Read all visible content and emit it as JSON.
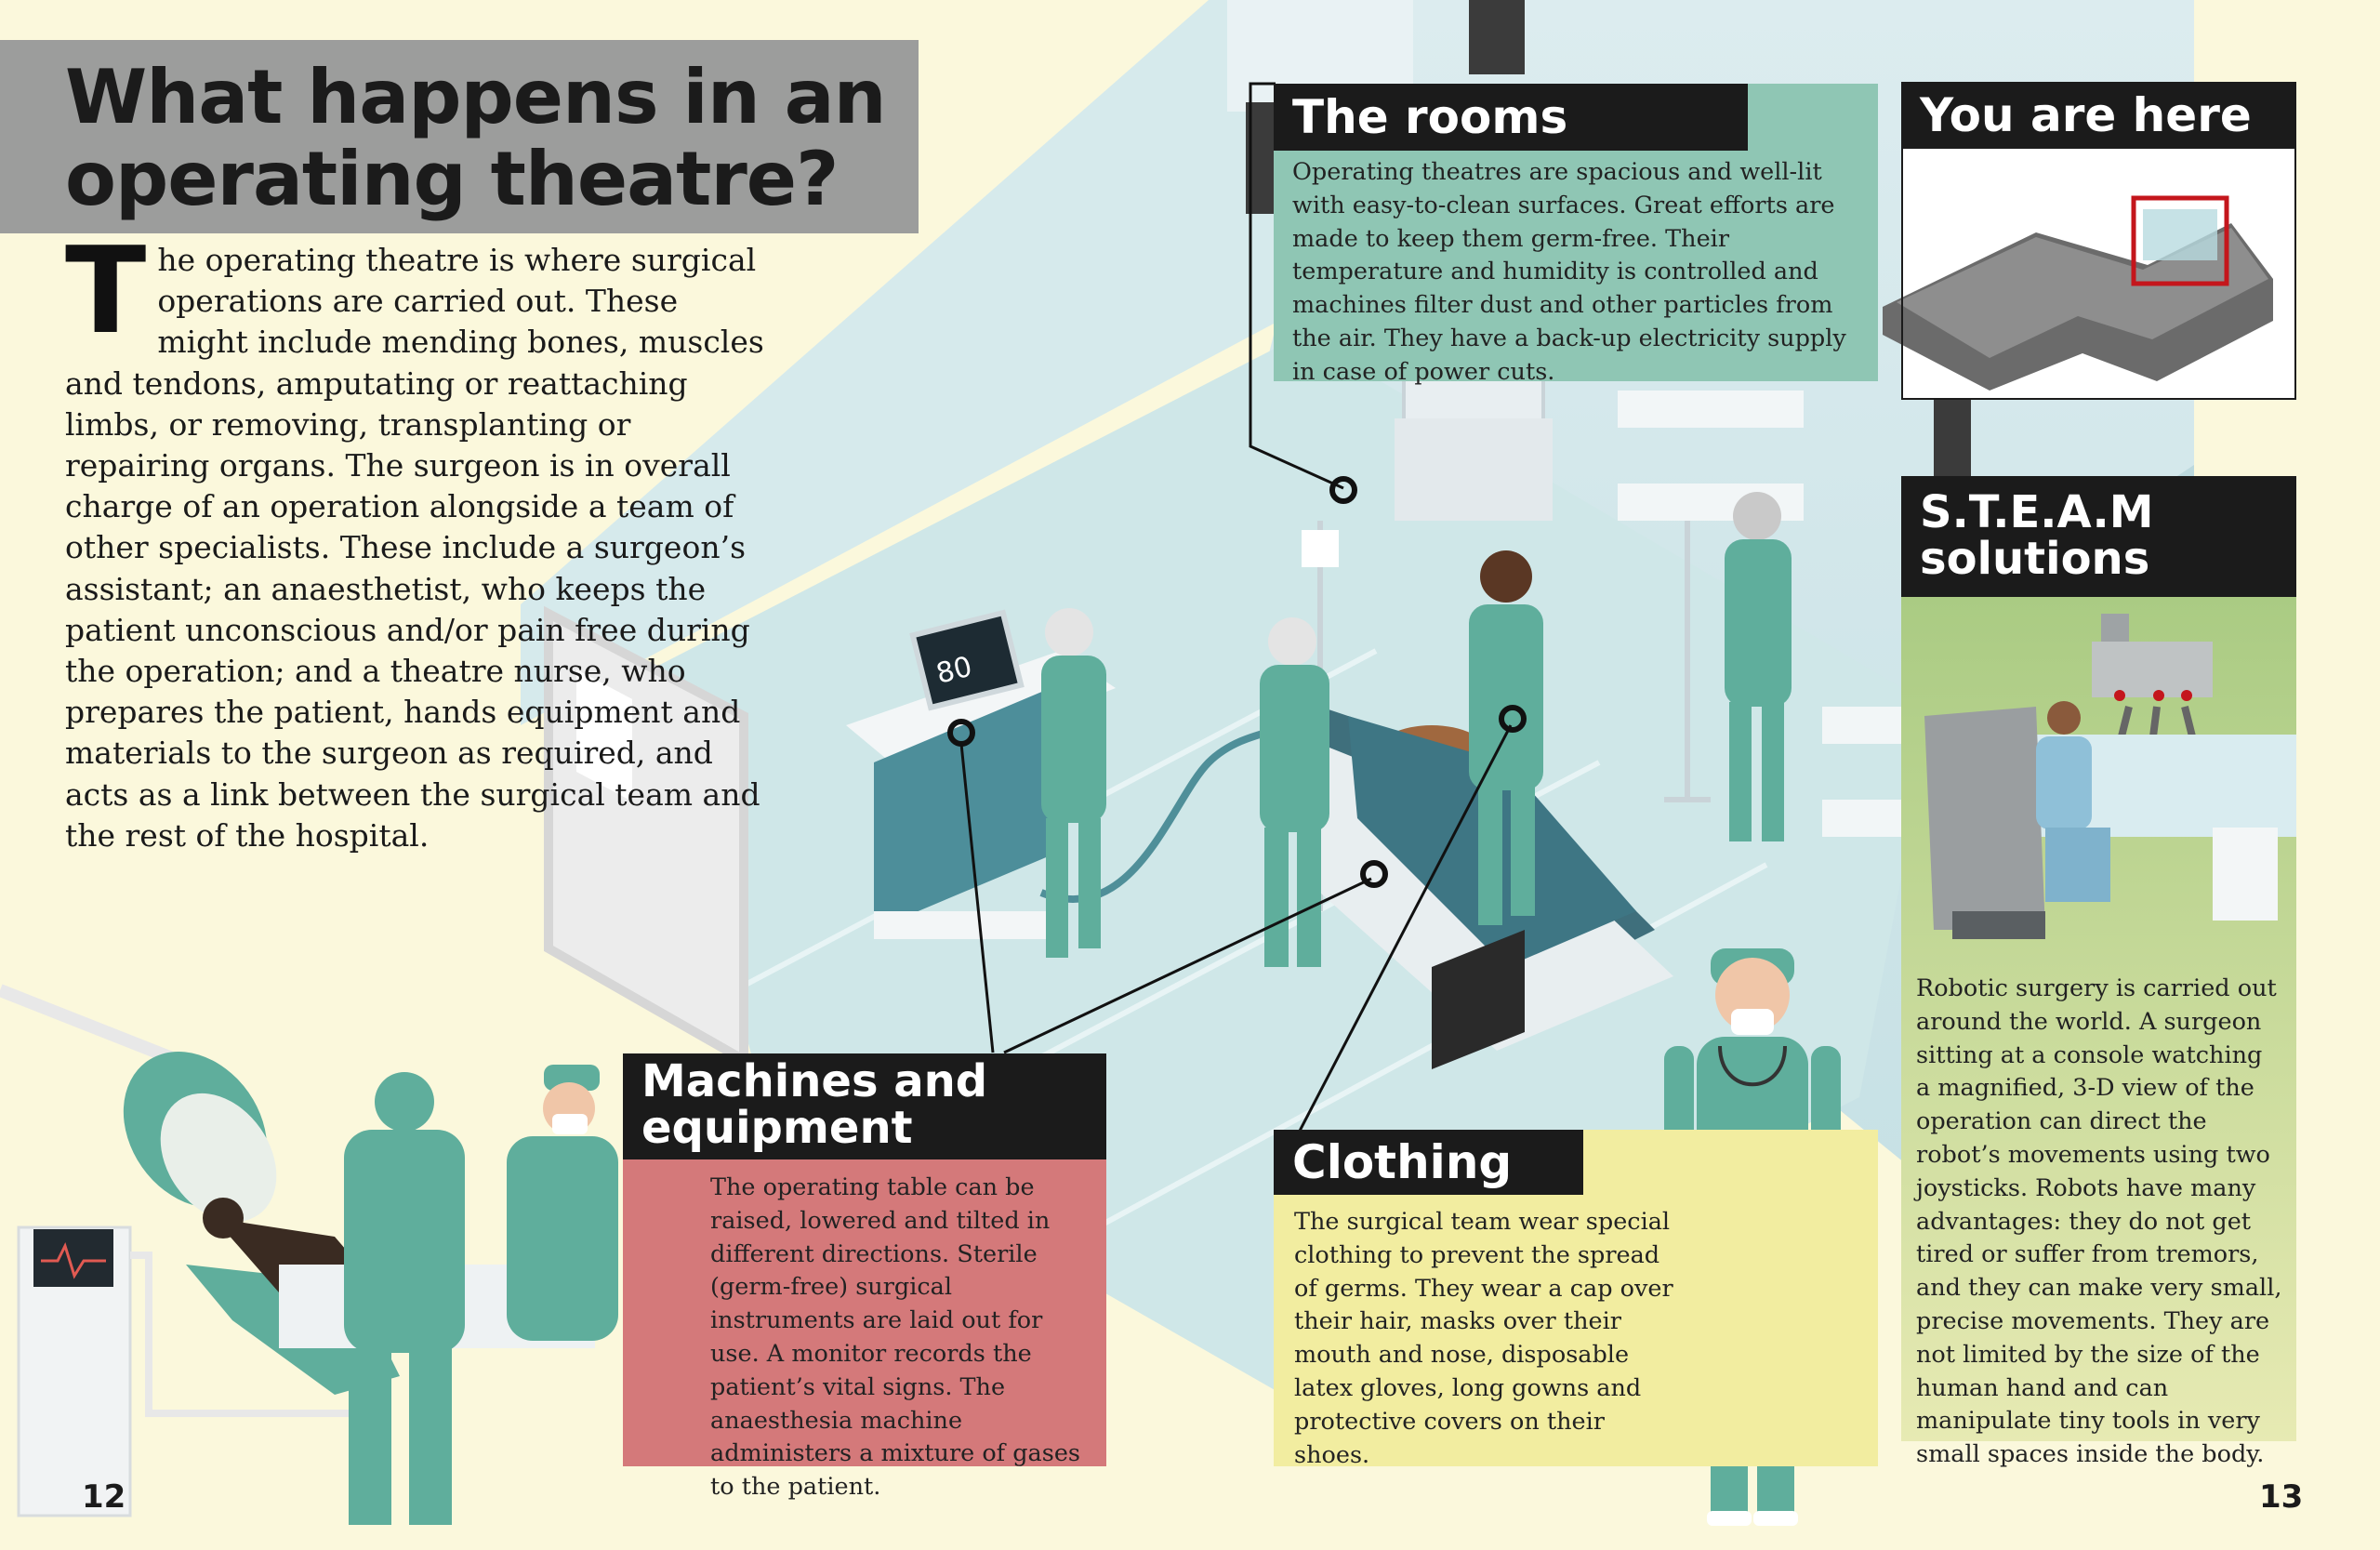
{
  "title": "What happens in an operating theatre?",
  "intro": {
    "drop_cap": "T",
    "text": "he operating theatre is where surgical operations are carried out. These might include mending bones, muscles and tendons, amputating or reattaching limbs, or removing, transplanting or repairing organs. The surgeon is in overall charge of an operation alongside a team of other specialists. These include a surgeon’s assistant; an anaesthetist, who keeps the patient unconscious and/or pain free during the operation; and a theatre nurse, who prepares the patient, hands equipment and materials to the surgeon as required, and acts as a link between the surgical team and the rest of the hospital."
  },
  "rooms": {
    "heading": "The rooms",
    "text": "Operating theatres are spacious and well-lit with easy-to-clean surfaces. Great efforts are made to keep them germ-free. Their temperature and humidity is controlled and machines filter dust and other particles from the air. They have a back-up electricity supply in case of power cuts."
  },
  "you_are_here": {
    "heading": "You are here"
  },
  "steam": {
    "heading": "S.T.E.A.M solutions",
    "text": "Robotic surgery is carried out around the world. A surgeon sitting at a console watching a magnified, 3-D view of the operation can direct the robot’s movements using two joysticks. Robots have many advantages: they do not get tired or suffer from tremors, and they can make very small, precise movements. They are not limited by the size of the human hand and can manipulate tiny tools in very small spaces inside the body."
  },
  "machines": {
    "heading": "Machines and equipment",
    "text": "The operating table can be raised, lowered and tilted in different directions. Sterile (germ-free) surgical instruments are laid out for use. A monitor records the patient’s vital signs. The anaesthesia machine administers a mixture of gases to the patient."
  },
  "clothing": {
    "heading": "Clothing",
    "text": "The surgical team wear special clothing to prevent the spread of germs. They wear a cap over their hair, masks over their mouth and nose, disposable latex gloves, long gowns and protective covers on their shoes."
  },
  "monitor_reading": "80",
  "page_left": "12",
  "page_right": "13",
  "colors": {
    "background": "#fbf8dc",
    "floor": "#cfe7e8",
    "scrubs": "#5fae9c",
    "rooms_box": "#8fc6b4",
    "steam_box": "#b6d48e",
    "machines_box": "#d4797a",
    "clothing_box": "#f2eda0",
    "header_bg": "#1b1b1b",
    "title_bg": "#9c9d9c",
    "locator_highlight": "#c4161c"
  }
}
